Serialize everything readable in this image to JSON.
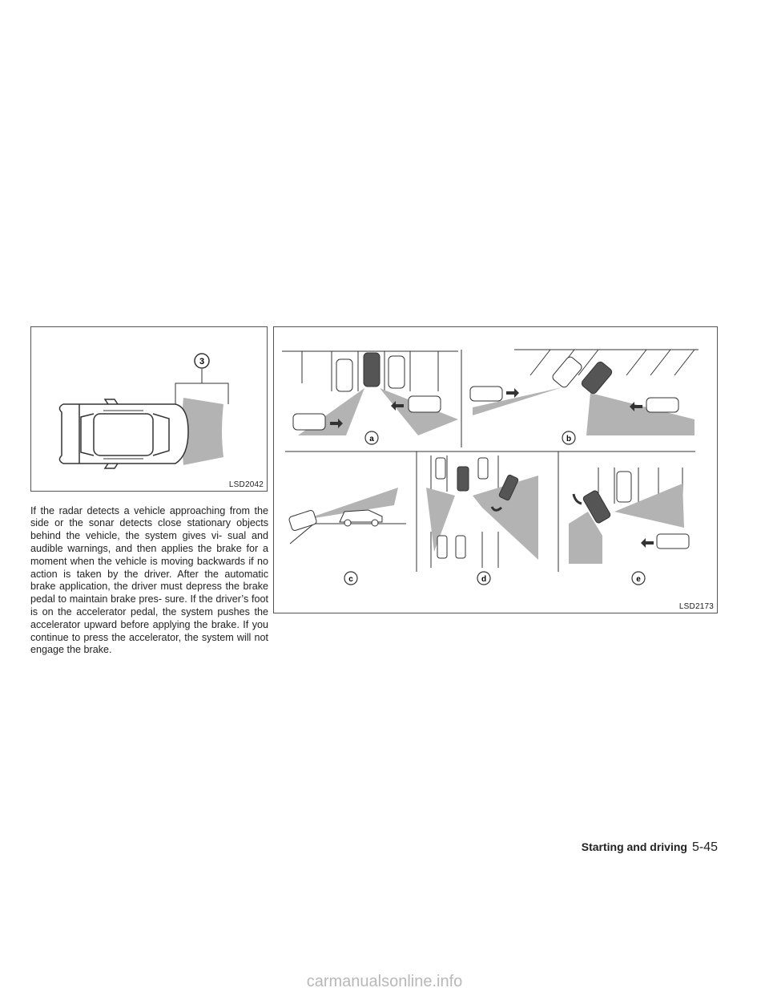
{
  "figure_left": {
    "callout": "3",
    "code": "LSD2042"
  },
  "figure_right": {
    "panels": [
      "a",
      "b",
      "c",
      "d",
      "e"
    ],
    "code": "LSD2173"
  },
  "body_text": "If the radar detects a vehicle approaching from the side or the sonar detects close stationary objects behind the vehicle, the system gives vi- sual and audible warnings, and then applies the brake for a moment when the vehicle is moving backwards if no action is taken by the driver. After the automatic brake application, the driver must depress the brake pedal to maintain brake pres- sure. If the driver’s foot is on the accelerator pedal, the system pushes the accelerator upward before applying the brake. If you continue to press the accelerator, the system will not engage the brake.",
  "footer": {
    "section": "Starting and driving",
    "page": "5-45"
  },
  "watermark": "carmanualsonline.info",
  "colors": {
    "zone_gray": "#b3b3b3",
    "line": "#333333"
  }
}
